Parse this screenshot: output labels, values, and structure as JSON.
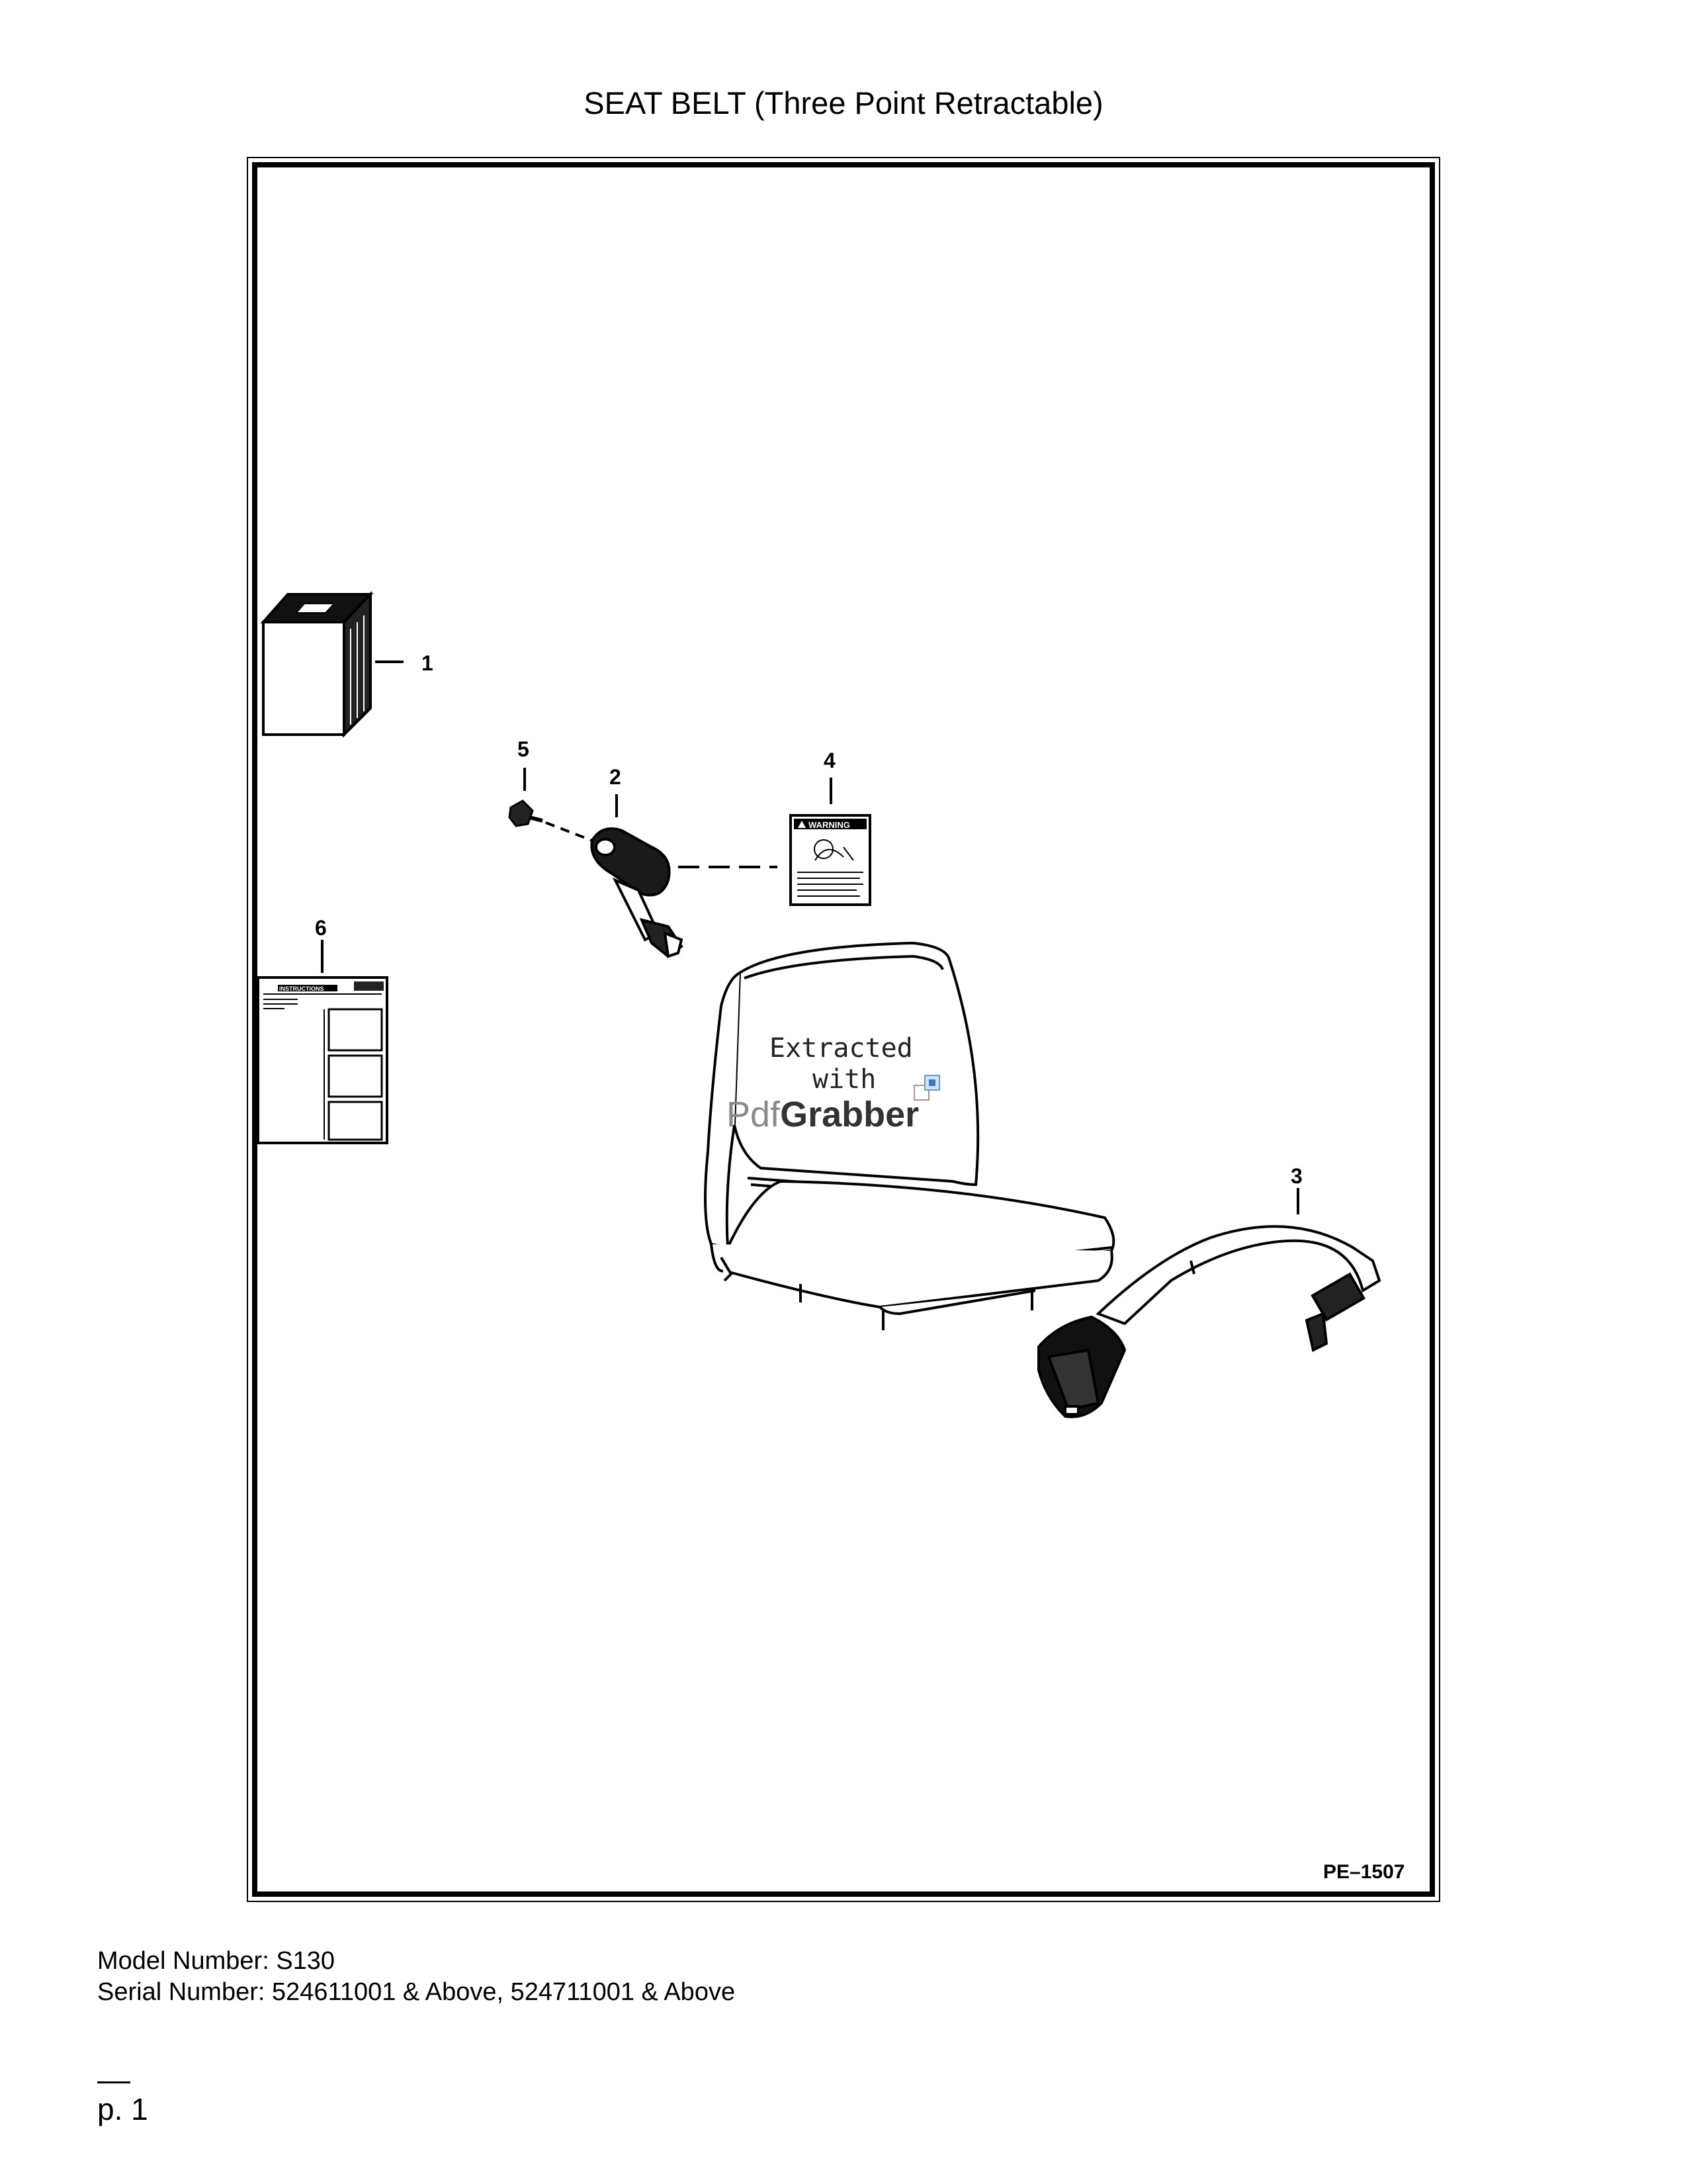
{
  "page": {
    "title": "SEAT BELT (Three Point Retractable)"
  },
  "diagram": {
    "figure_code": "PE–1507",
    "callouts": [
      "1",
      "2",
      "3",
      "4",
      "5",
      "6"
    ],
    "decal_warning_text": "WARNING",
    "manual_text": "INSTRUCTIONS"
  },
  "watermark": {
    "line1": "Extracted",
    "line2": "with",
    "logo_part1": "Pdf",
    "logo_part2": "Grabber"
  },
  "footer": {
    "model_number": "Model Number: S130",
    "serial_number": "Serial Number: 524611001 & Above, 524711001 & Above",
    "page_number": "p. 1"
  }
}
